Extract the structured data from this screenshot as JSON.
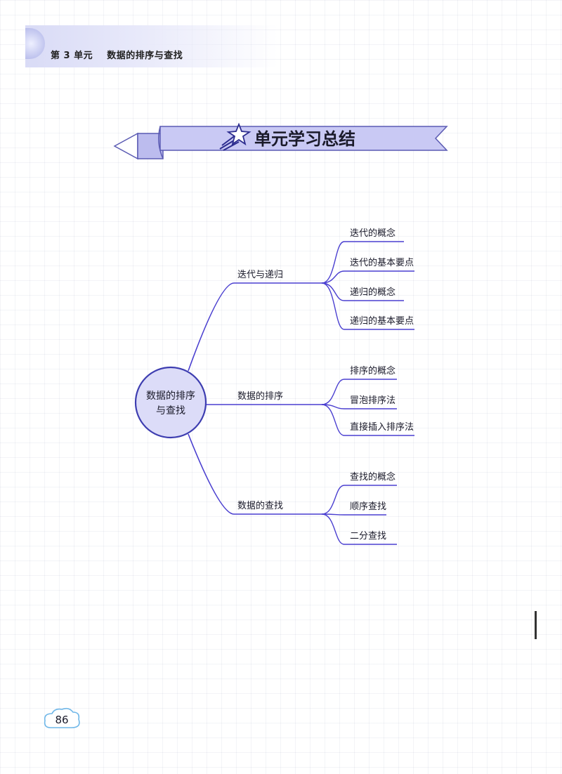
{
  "header": {
    "unit_title": "第 3 单元    数据的排序与查找"
  },
  "banner": {
    "title": "单元学习总结"
  },
  "mindmap": {
    "center": {
      "lines": [
        "数据的排序",
        "与查找"
      ]
    },
    "branches": [
      {
        "label": "迭代与递归",
        "children": [
          "迭代的概念",
          "迭代的基本要点",
          "递归的概念",
          "递归的基本要点"
        ]
      },
      {
        "label": "数据的排序",
        "children": [
          "排序的概念",
          "冒泡排序法",
          "直接插入排序法"
        ]
      },
      {
        "label": "数据的查找",
        "children": [
          "查找的概念",
          "顺序查找",
          "二分查找"
        ]
      }
    ]
  },
  "footer": {
    "page_number": "86"
  },
  "colors": {
    "line": "#4a3fd0",
    "node_fill": "#dcdcf8",
    "banner_fill": "#c9c9f4",
    "banner_edge": "#5b5bb3"
  }
}
